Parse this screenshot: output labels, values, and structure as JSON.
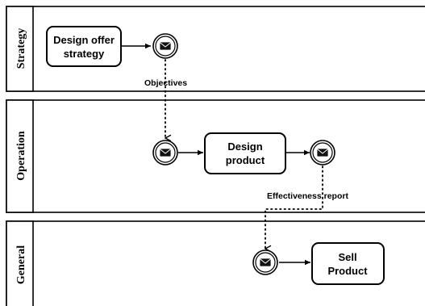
{
  "lanes": [
    {
      "label": "Strategy"
    },
    {
      "label": "Operation"
    },
    {
      "label": "General"
    }
  ],
  "tasks": {
    "design_offer_strategy": [
      "Design offer",
      "strategy"
    ],
    "design_product": [
      "Design",
      "product"
    ],
    "sell_product": [
      "Sell",
      "Product"
    ]
  },
  "message_flows": {
    "objectives": "Objectives",
    "effectiveness_report": "Effectiveness report"
  },
  "events": {
    "strategy_send": "envelope-icon",
    "operation_receive": "envelope-icon",
    "operation_send": "envelope-icon",
    "general_receive": "envelope-icon"
  }
}
